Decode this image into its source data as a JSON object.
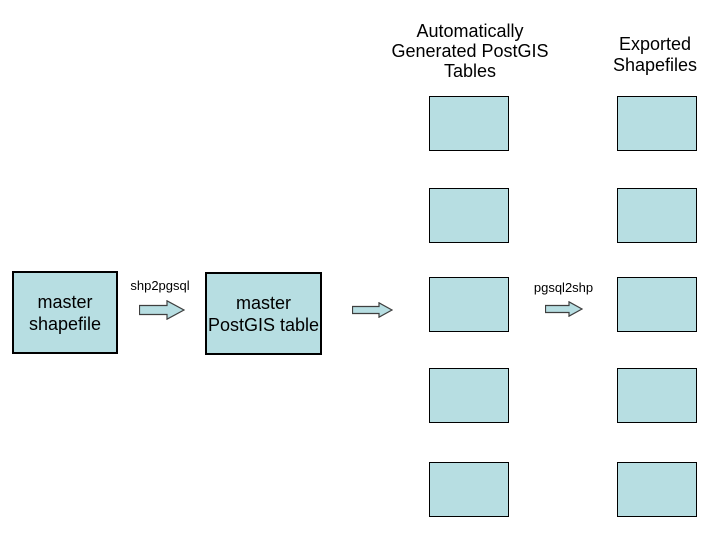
{
  "headers": {
    "generated_tables": "Automatically\nGenerated PostGIS\nTables",
    "exported_shapefiles": "Exported\nShapefiles"
  },
  "nodes": {
    "master_shapefile": "master\nshapefile",
    "master_postgis_table": "master\nPostGIS table"
  },
  "arrows": {
    "shp2pgsql_label": "shp2pgsql",
    "pgsql2shp_label": "pgsql2shp"
  },
  "columns": {
    "generated_tables_count": 5,
    "exported_shapefiles_count": 5
  },
  "colors": {
    "box_fill": "#b7dee2",
    "box_border": "#000000",
    "arrow_fill": "#b7dee2",
    "arrow_stroke": "#3f3f3f",
    "text": "#000000",
    "background": "#ffffff"
  }
}
